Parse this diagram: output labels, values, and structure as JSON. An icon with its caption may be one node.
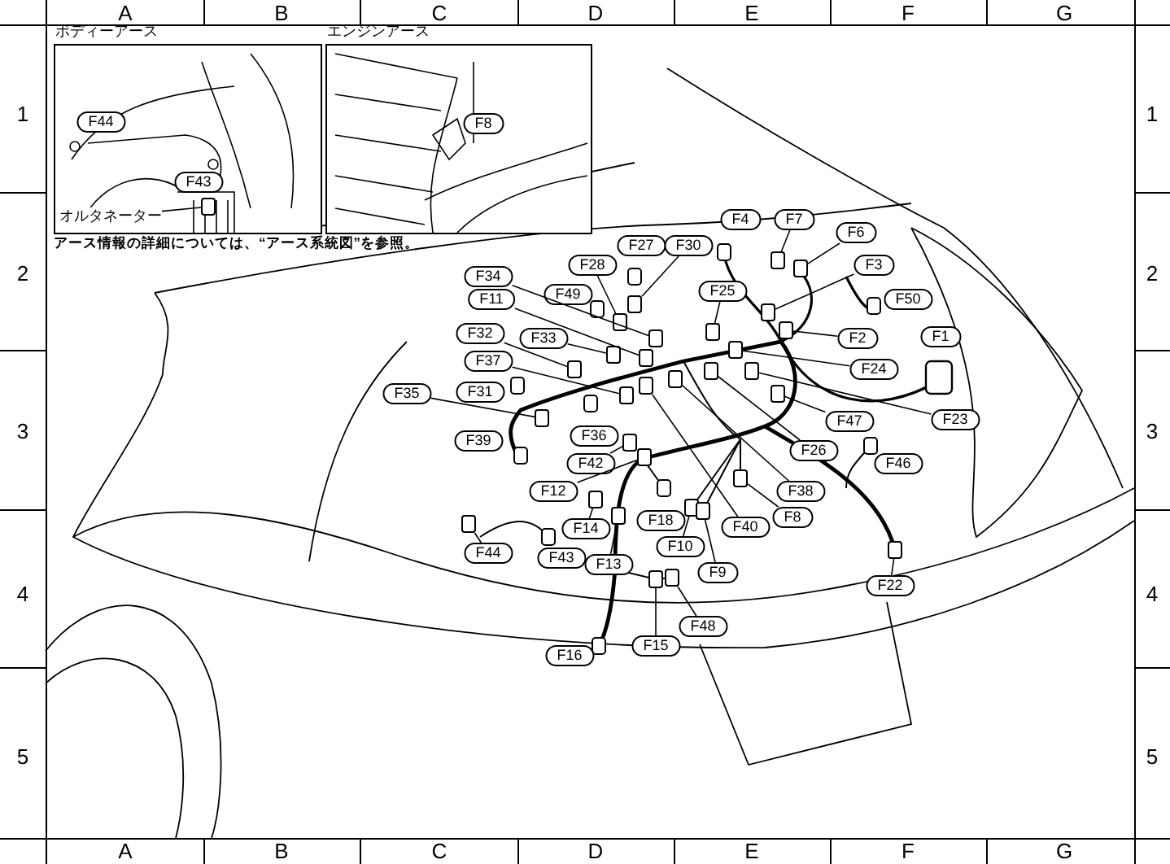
{
  "diagram": {
    "nodes": [
      {
        "text": [
          "ボディーアース"
        ]
      },
      {
        "text": [
          "F44"
        ],
        "in": 0
      },
      {
        "text": [
          "F43"
        ],
        "in": 0
      },
      {
        "text": [
          "オルタネーター"
        ],
        "in": 0
      },
      {
        "text": [
          "エンジンアース"
        ]
      },
      {
        "text": [
          "F8"
        ],
        "in": 4
      },
      {
        "text": [
          "F4"
        ]
      },
      {
        "text": [
          "F7"
        ]
      },
      {
        "text": [
          "F6"
        ]
      },
      {
        "text": [
          "F27"
        ]
      },
      {
        "text": [
          "F30"
        ]
      },
      {
        "text": [
          "F28"
        ]
      },
      {
        "text": [
          "F3"
        ]
      },
      {
        "text": [
          "F34"
        ]
      },
      {
        "text": [
          "F25"
        ]
      },
      {
        "text": [
          "F49"
        ]
      },
      {
        "text": [
          "F11"
        ]
      },
      {
        "text": [
          "F50"
        ]
      },
      {
        "text": [
          "F32"
        ]
      },
      {
        "text": [
          "F1"
        ]
      },
      {
        "text": [
          "F2"
        ]
      },
      {
        "text": [
          "F33"
        ]
      },
      {
        "text": [
          "F37"
        ]
      },
      {
        "text": [
          "F24"
        ]
      },
      {
        "text": [
          "F35"
        ]
      },
      {
        "text": [
          "F31"
        ]
      },
      {
        "text": [
          "F23"
        ]
      },
      {
        "text": [
          "F47"
        ]
      },
      {
        "text": [
          "F36"
        ]
      },
      {
        "text": [
          "F39"
        ]
      },
      {
        "text": [
          "F26"
        ]
      },
      {
        "text": [
          "F42"
        ]
      },
      {
        "text": [
          "F46"
        ]
      },
      {
        "text": [
          "F12"
        ]
      },
      {
        "text": [
          "F38"
        ]
      },
      {
        "text": [
          "F8"
        ]
      },
      {
        "text": [
          "F18"
        ]
      },
      {
        "text": [
          "F40"
        ]
      },
      {
        "text": [
          "F14"
        ]
      },
      {
        "text": [
          "F10"
        ]
      },
      {
        "text": [
          "F44"
        ]
      },
      {
        "text": [
          "F43"
        ]
      },
      {
        "text": [
          "F13"
        ]
      },
      {
        "text": [
          "F9"
        ]
      },
      {
        "text": [
          "F22"
        ]
      },
      {
        "text": [
          "F48"
        ]
      },
      {
        "text": [
          "F15"
        ]
      },
      {
        "text": [
          "F16"
        ]
      },
      {
        "text": [],
        "shape": "box",
        "in": 0
      },
      {
        "text": [],
        "shape": "box"
      },
      {
        "text": [],
        "shape": "box"
      },
      {
        "text": [],
        "shape": "box"
      },
      {
        "text": [],
        "shape": "box"
      },
      {
        "text": [],
        "shape": "box"
      },
      {
        "text": [],
        "shape": "box"
      },
      {
        "text": [],
        "shape": "box"
      },
      {
        "text": [],
        "shape": "box"
      },
      {
        "text": [],
        "shape": "box"
      },
      {
        "text": [],
        "shape": "box"
      },
      {
        "text": [],
        "shape": "box"
      },
      {
        "text": [],
        "shape": "box"
      },
      {
        "text": [],
        "shape": "box"
      },
      {
        "text": [],
        "shape": "box"
      },
      {
        "text": [],
        "shape": "box"
      },
      {
        "text": [],
        "shape": "box"
      },
      {
        "text": [],
        "shape": "box"
      },
      {
        "text": [],
        "shape": "box"
      },
      {
        "text": [],
        "shape": "box"
      },
      {
        "text": [],
        "shape": "box"
      },
      {
        "text": [],
        "shape": "box"
      },
      {
        "text": [],
        "shape": "box"
      },
      {
        "text": [],
        "shape": "box"
      },
      {
        "text": [],
        "shape": "box"
      },
      {
        "text": [],
        "shape": "box"
      },
      {
        "text": [],
        "shape": "box"
      },
      {
        "text": [],
        "shape": "box"
      },
      {
        "text": [],
        "shape": "box"
      },
      {
        "text": [],
        "shape": "box"
      },
      {
        "text": [],
        "shape": "box"
      }
    ],
    "edges": [
      {
        "from": 3,
        "to": 48,
        "arrow": "none"
      },
      {
        "from": 7,
        "to": 49,
        "arrow": "none"
      },
      {
        "from": 8,
        "to": 50,
        "arrow": "none"
      },
      {
        "from": 10,
        "to": 51,
        "arrow": "none"
      },
      {
        "from": 11,
        "to": 52,
        "arrow": "none"
      },
      {
        "from": 12,
        "to": 53,
        "arrow": "none"
      },
      {
        "from": 13,
        "to": 54,
        "arrow": "none"
      },
      {
        "from": 14,
        "to": 55,
        "arrow": "none"
      },
      {
        "from": 16,
        "to": 56,
        "arrow": "none"
      },
      {
        "from": 18,
        "to": 57,
        "arrow": "none"
      },
      {
        "from": 20,
        "to": 58,
        "arrow": "none"
      },
      {
        "from": 21,
        "to": 59,
        "arrow": "none"
      },
      {
        "from": 22,
        "to": 60,
        "arrow": "none"
      },
      {
        "from": 23,
        "to": 61,
        "arrow": "none"
      },
      {
        "from": 24,
        "to": 62,
        "arrow": "none"
      },
      {
        "from": 26,
        "to": 63,
        "arrow": "none"
      },
      {
        "from": 27,
        "to": 64,
        "arrow": "none"
      },
      {
        "from": 30,
        "to": 65,
        "arrow": "none"
      },
      {
        "from": 31,
        "to": 66,
        "arrow": "none"
      },
      {
        "from": 33,
        "to": 67,
        "arrow": "none"
      },
      {
        "from": 34,
        "to": 68,
        "arrow": "none"
      },
      {
        "from": 35,
        "to": 69,
        "arrow": "none"
      },
      {
        "from": 37,
        "to": 70,
        "arrow": "none"
      },
      {
        "from": 38,
        "to": 71,
        "arrow": "none"
      },
      {
        "from": 39,
        "to": 72,
        "arrow": "none"
      },
      {
        "from": 40,
        "to": 73,
        "arrow": "none"
      },
      {
        "from": 42,
        "to": 74,
        "arrow": "none"
      },
      {
        "from": 43,
        "to": 75,
        "arrow": "none"
      },
      {
        "from": 44,
        "to": 76,
        "arrow": "none"
      },
      {
        "from": 45,
        "to": 77,
        "arrow": "none"
      },
      {
        "from": 46,
        "to": 78,
        "arrow": "none"
      }
    ],
    "labels": [
      "A",
      "B",
      "C",
      "D",
      "E",
      "F",
      "G",
      "1",
      "1",
      "アース情報の詳細については、“アース系統図”を参照。",
      "2",
      "2",
      "3",
      "3",
      "4",
      "4",
      "5",
      "5",
      "A",
      "B",
      "C",
      "D",
      "E",
      "F",
      "G"
    ]
  }
}
